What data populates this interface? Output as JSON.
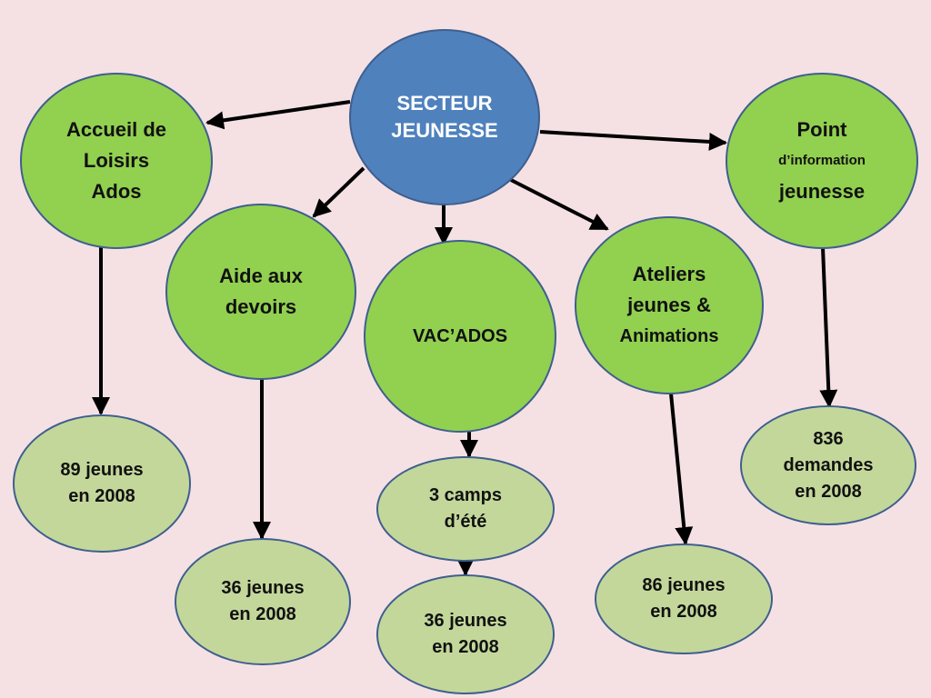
{
  "colors": {
    "background": "#f5e1e4",
    "center_fill": "#4f81bd",
    "category_fill": "#92d050",
    "result_fill": "#c4d79b",
    "outline": "#3f5f8e",
    "arrow": "#000000"
  },
  "center": {
    "lines": [
      "SECTEUR",
      "JEUNESSE"
    ]
  },
  "categories": {
    "accueil": {
      "lines": [
        "Accueil de",
        "Loisirs",
        "Ados"
      ]
    },
    "aide": {
      "lines": [
        "Aide aux",
        "devoirs"
      ]
    },
    "vacados": {
      "lines": [
        "VAC’ADOS"
      ]
    },
    "ateliers": {
      "lines": [
        "Ateliers",
        "jeunes &",
        "Animations"
      ]
    },
    "point": {
      "lines": [
        "Point",
        "d’information",
        "jeunesse"
      ]
    }
  },
  "results": {
    "accueil": {
      "lines": [
        "89 jeunes",
        "en 2008"
      ]
    },
    "aide": {
      "lines": [
        "36 jeunes",
        "en 2008"
      ]
    },
    "vacados_camps": {
      "lines": [
        "3 camps",
        "d’été"
      ]
    },
    "vacados": {
      "lines": [
        "36 jeunes",
        "en 2008"
      ]
    },
    "ateliers": {
      "lines": [
        "86 jeunes",
        "en 2008"
      ]
    },
    "point": {
      "lines": [
        "836",
        "demandes",
        "en 2008"
      ]
    }
  }
}
